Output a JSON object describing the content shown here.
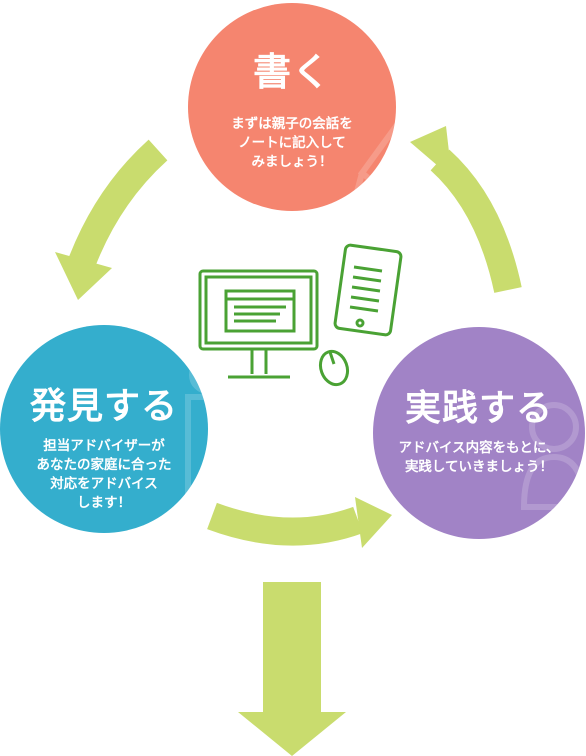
{
  "steps": {
    "write": {
      "title": "書く",
      "lines": [
        "まずは親子の会話を",
        "ノートに記入して",
        "みましょう！"
      ],
      "color": "#f5856f",
      "icon": "pencil-icon"
    },
    "find": {
      "title": "発見する",
      "lines": [
        "担当アドバイザーが",
        "あなたの家庭に合った",
        "対応をアドバイス",
        "します！"
      ],
      "color": "#34aecd",
      "icon": "person-icon"
    },
    "act": {
      "title": "実践する",
      "lines": [
        "アドバイス内容をもとに、",
        "実践していきましょう！"
      ],
      "color": "#a183c6",
      "icon": "family-icon"
    }
  },
  "colors": {
    "arrow": "#c9dc6e",
    "device_line": "#4aa234"
  },
  "center_icons": [
    "monitor-icon",
    "tablet-icon",
    "mouse-icon"
  ]
}
